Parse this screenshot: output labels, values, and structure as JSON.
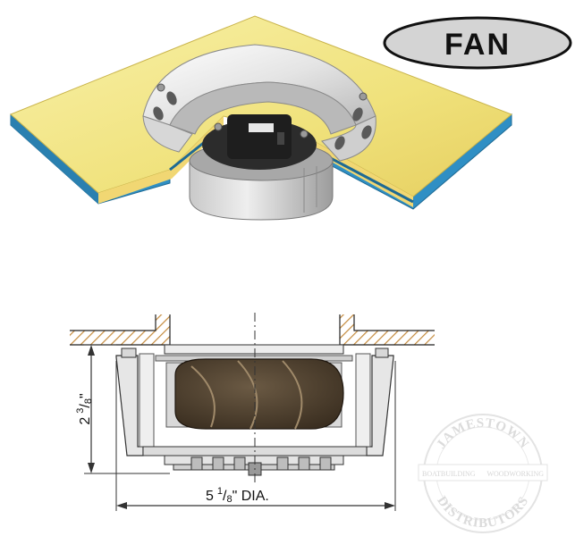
{
  "badge": {
    "label": "FAN"
  },
  "drawing": {
    "height_label": "2 3/8\"",
    "height_whole": "2",
    "height_num": "3",
    "height_den": "8",
    "height_inch": "\"",
    "diameter_label": "5 1/8\" DIA.",
    "diameter_whole": "5",
    "diameter_num": "1",
    "diameter_den": "8",
    "diameter_suffix": "\" DIA."
  },
  "watermark": {
    "top_text": "JAMESTOWN",
    "left_text": "BOATBUILDING",
    "right_text": "WOODWORKING",
    "bottom_text": "DISTRIBUTORS"
  },
  "colors": {
    "deck_top": "#f2e68c",
    "deck_edge": "#2f8fc4",
    "badge_fill": "#d4d4d4",
    "fan_body": "#4a3c2c",
    "hatch": "#c48a3c"
  }
}
